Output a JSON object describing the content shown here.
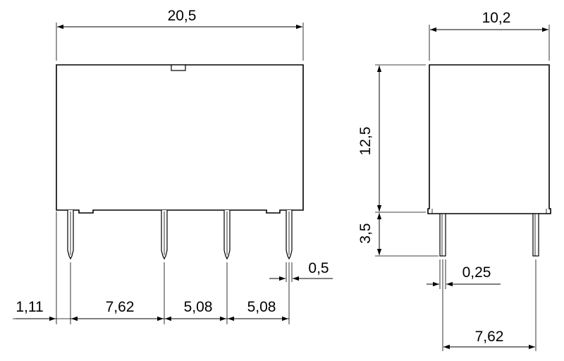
{
  "front_view": {
    "width_label": "20,5",
    "pitch_labels": [
      "1,11",
      "7,62",
      "5,08",
      "5,08"
    ],
    "pin_width_label": "0,5"
  },
  "side_view": {
    "width_label": "10,2",
    "body_height_label": "12,5",
    "pin_length_label": "3,5",
    "pin_thickness_label": "0,25",
    "pin_spacing_label": "7,62"
  }
}
